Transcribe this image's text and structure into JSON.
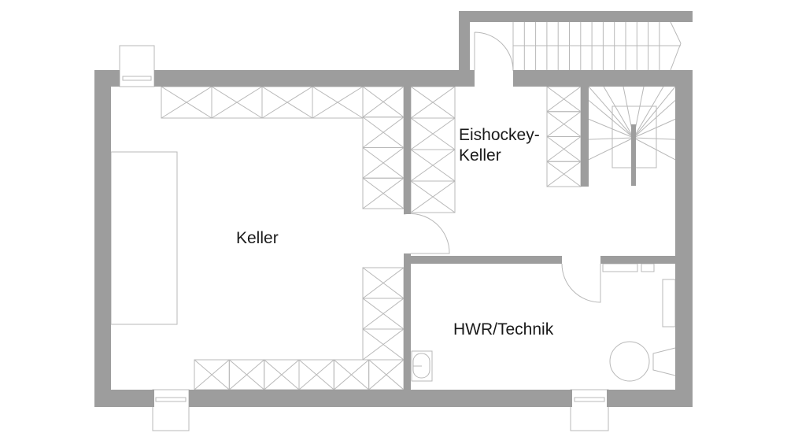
{
  "rooms": {
    "keller": "Keller",
    "eishockey_line1": "Eishockey-",
    "eishockey_line2": "Keller",
    "hwr": "HWR/Technik"
  },
  "colors": {
    "wall": "#9d9d9d",
    "line": "#b8b8b8",
    "text": "#1a1a1a"
  }
}
